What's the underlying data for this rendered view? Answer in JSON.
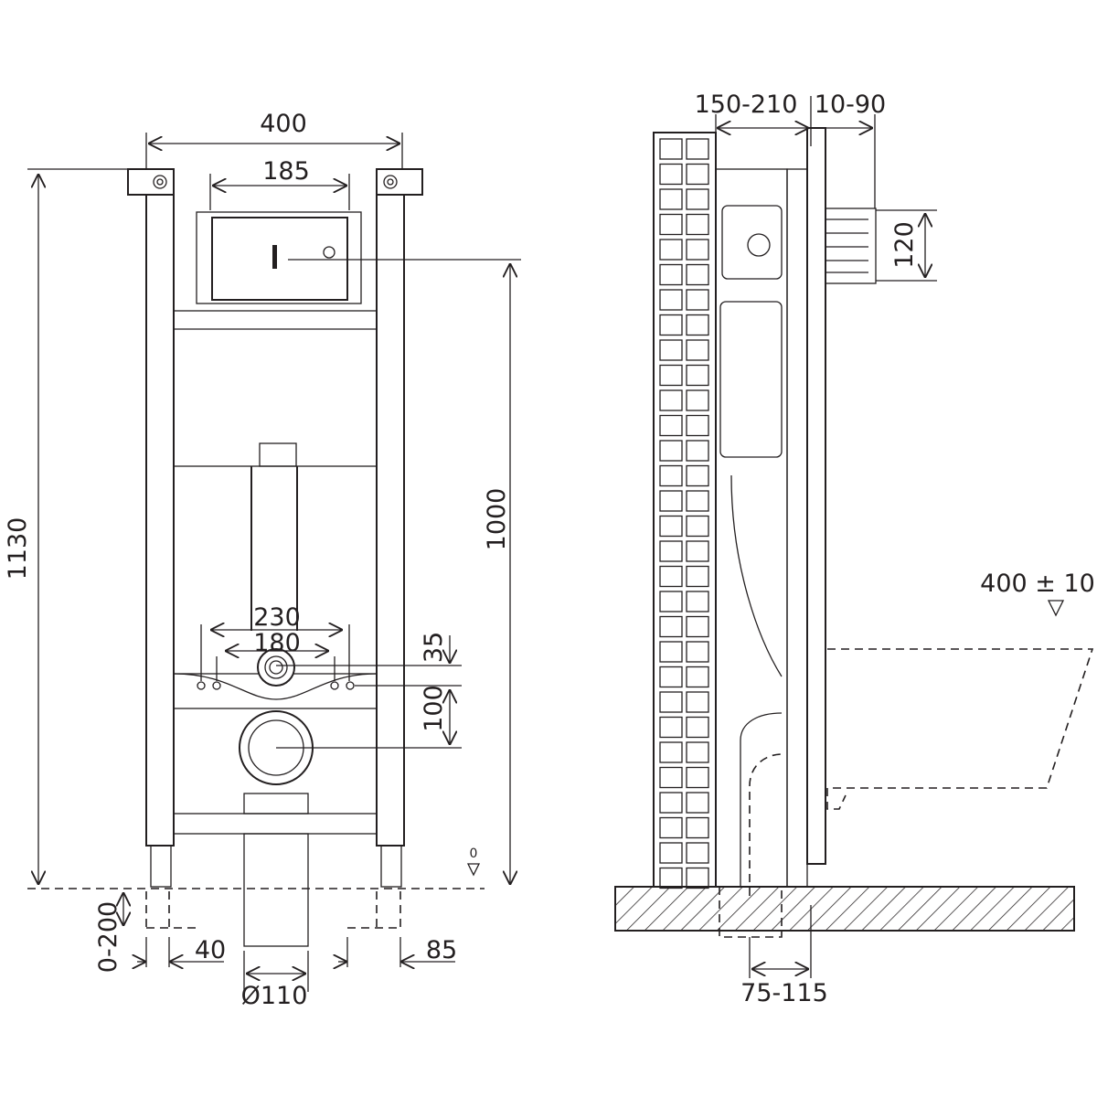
{
  "front_view": {
    "width_total": "400",
    "width_flush_plate": "185",
    "height_total": "1130",
    "height_flush_axis": "1000",
    "bolt_spacing_outer": "230",
    "bolt_spacing_inner": "180",
    "inlet_offset": "35",
    "drain_offset": "100",
    "leg_adjust": "0-200",
    "foot_width_left": "40",
    "foot_width_right": "85",
    "drain_diameter": "Ø110",
    "floor_level": "0"
  },
  "side_view": {
    "frame_depth": "150-210",
    "wall_finish": "10-90",
    "plate_height": "120",
    "bowl_height": "400 ± 10",
    "drain_depth": "75-115"
  }
}
